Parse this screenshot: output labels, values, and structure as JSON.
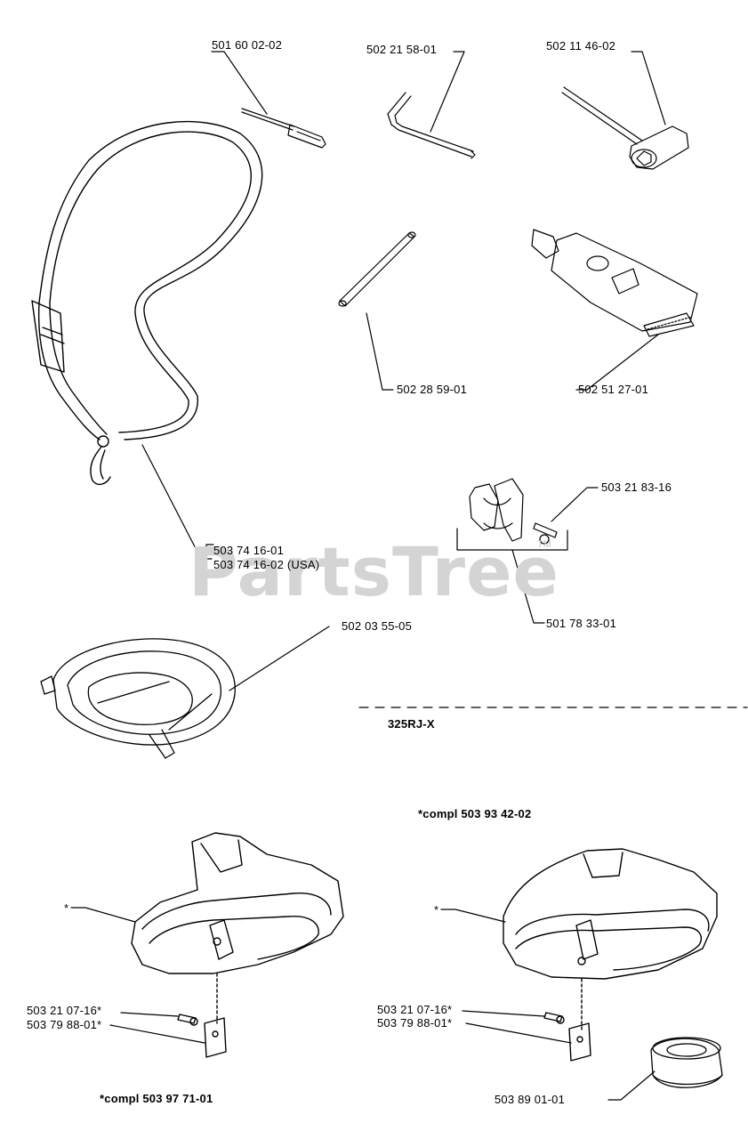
{
  "watermark": {
    "brand": "PartsTree",
    "trademark": "TM"
  },
  "labels": {
    "p_501600202": "501 60 02-02",
    "p_502215801": "502 21 58-01",
    "p_502114602": "502 11 46-02",
    "p_502285901": "502 28 59-01",
    "p_502512701": "502 51 27-01",
    "p_503218316": "503 21 83-16",
    "p_503741601": "503 74 16-01",
    "p_503741602": "503 74 16-02 (USA)",
    "p_501783301": "501 78 33-01",
    "p_502035505": "502 03 55-05",
    "model": "325RJ-X",
    "compl_right": "*compl 503 93 42-02",
    "star_left": "*",
    "star_right": "*",
    "left_bolt": "503 21 07-16*",
    "left_plate": "503 79 88-01*",
    "right_bolt": "503 21 07-16*",
    "right_plate": "503 79 88-01*",
    "p_503890101": "503 89 01-01",
    "compl_left": "*compl 503 97 71-01"
  }
}
